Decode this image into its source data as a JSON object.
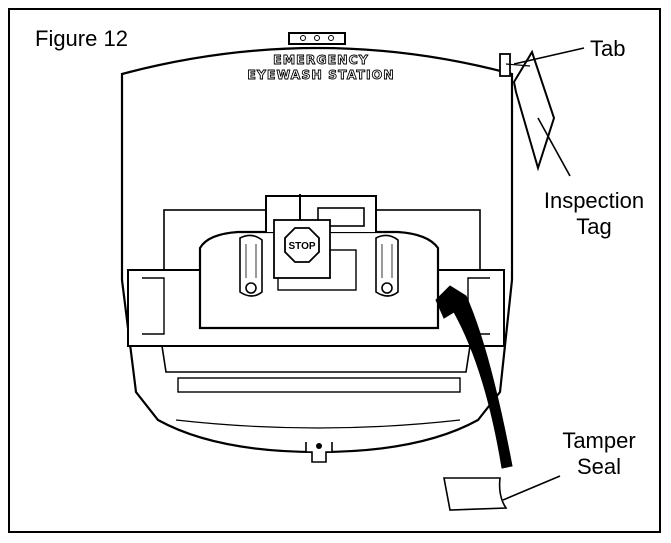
{
  "figure_title": "Figure 12",
  "station_label_line1": "EMERGENCY",
  "station_label_line2": "EYEWASH STATION",
  "stop_tag_text": "STOP",
  "callouts": {
    "tab": "Tab",
    "inspection_tag_line1": "Inspection",
    "inspection_tag_line2": "Tag",
    "tamper_seal_line1": "Tamper",
    "tamper_seal_line2": "Seal"
  },
  "colors": {
    "line": "#000000",
    "fill": "#ffffff"
  }
}
